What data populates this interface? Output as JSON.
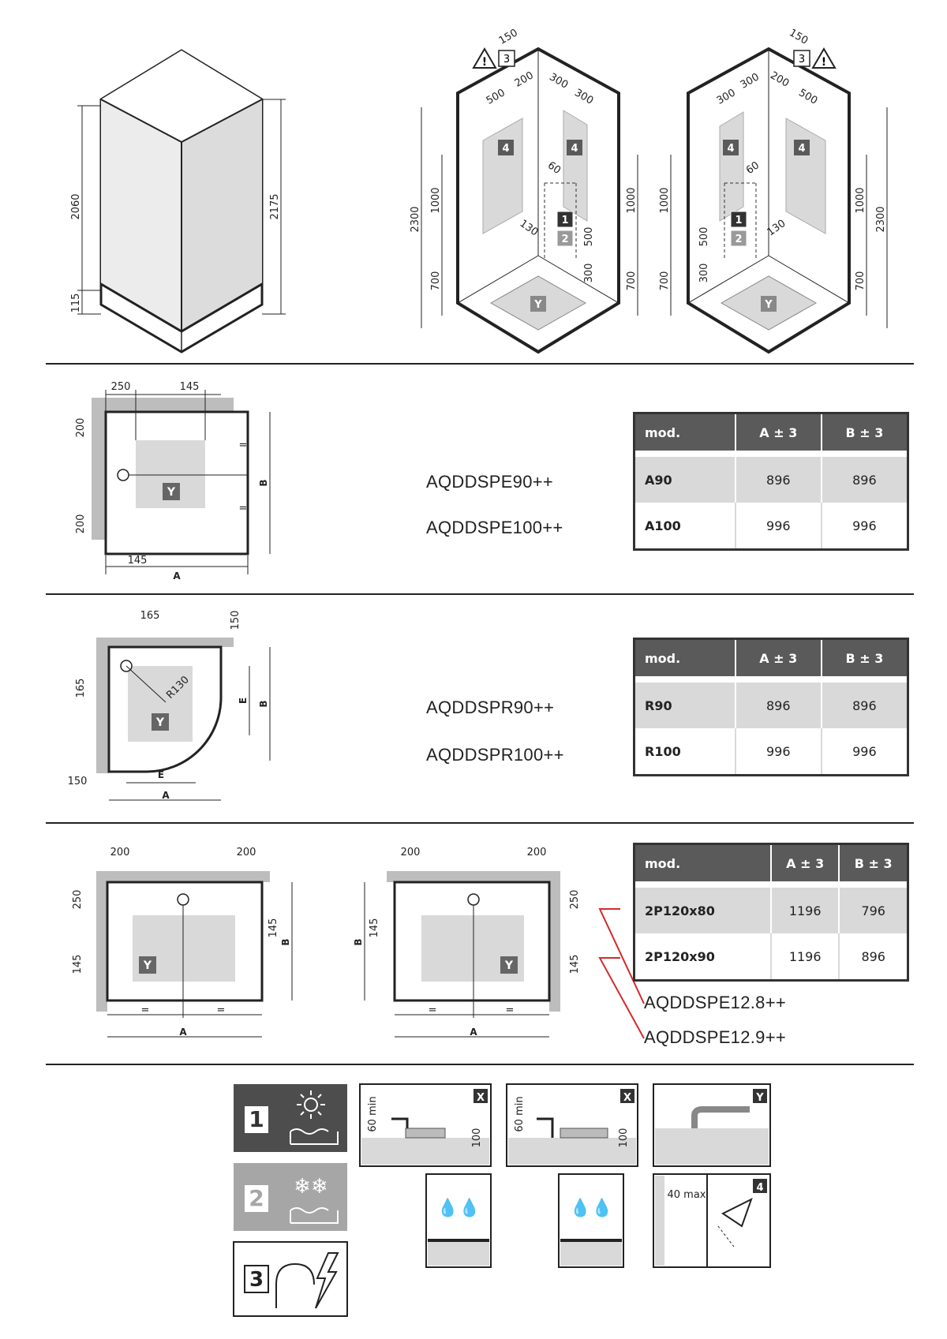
{
  "dims_top": {
    "h1": "2060",
    "h2": "115",
    "h3": "2175",
    "c1_h": "2300",
    "c1_a": "1000",
    "c1_b": "700",
    "c1_c": "1000",
    "c1_d": "700",
    "c1_e": "500",
    "c1_f": "300",
    "c1_g": "130",
    "c1_h2": "60",
    "t150": "150",
    "t500": "500",
    "t200": "200",
    "t300a": "300",
    "t300b": "300",
    "badge3": "3",
    "warn": "!",
    "b1": "1",
    "b2": "2",
    "b4": "4",
    "y": "Y"
  },
  "section_square": {
    "dims": {
      "d250": "250",
      "d145a": "145",
      "d200a": "200",
      "d200b": "200",
      "d145b": "145",
      "A": "A",
      "B": "B",
      "eq": "="
    },
    "models": [
      "AQDDSPE90++",
      "AQDDSPE100++"
    ],
    "table": {
      "headers": [
        "mod.",
        "A ± 3",
        "B ± 3"
      ],
      "rows": [
        [
          "A90",
          "896",
          "896"
        ],
        [
          "A100",
          "996",
          "996"
        ]
      ]
    }
  },
  "section_round": {
    "dims": {
      "d165a": "165",
      "d150a": "150",
      "d165b": "165",
      "d150b": "150",
      "r": "R130",
      "E": "E",
      "A": "A",
      "B": "B"
    },
    "models": [
      "AQDDSPR90++",
      "AQDDSPR100++"
    ],
    "table": {
      "headers": [
        "mod.",
        "A ± 3",
        "B ± 3"
      ],
      "rows": [
        [
          "R90",
          "896",
          "896"
        ],
        [
          "R100",
          "996",
          "996"
        ]
      ]
    }
  },
  "section_rect": {
    "dims": {
      "d200": "200",
      "d250": "250",
      "d145": "145",
      "A": "A",
      "B": "B",
      "eq": "="
    },
    "models": [
      "AQDDSPE12.8++",
      "AQDDSPE12.9++"
    ],
    "table": {
      "headers": [
        "mod.",
        "A ± 3",
        "B ± 3"
      ],
      "rows": [
        [
          "2P120x80",
          "1196",
          "796"
        ],
        [
          "2P120x90",
          "1196",
          "896"
        ]
      ]
    }
  },
  "legend": {
    "n1": "1",
    "n2": "2",
    "n3": "3",
    "x": "X",
    "y": "Y",
    "n4": "4",
    "min60": "60 min",
    "d100": "100",
    "max40": "40 max"
  },
  "colors": {
    "dark": "#4d4d4d",
    "mid": "#a6a6a6",
    "light": "#d9d9d9",
    "red": "#d42a2a"
  }
}
